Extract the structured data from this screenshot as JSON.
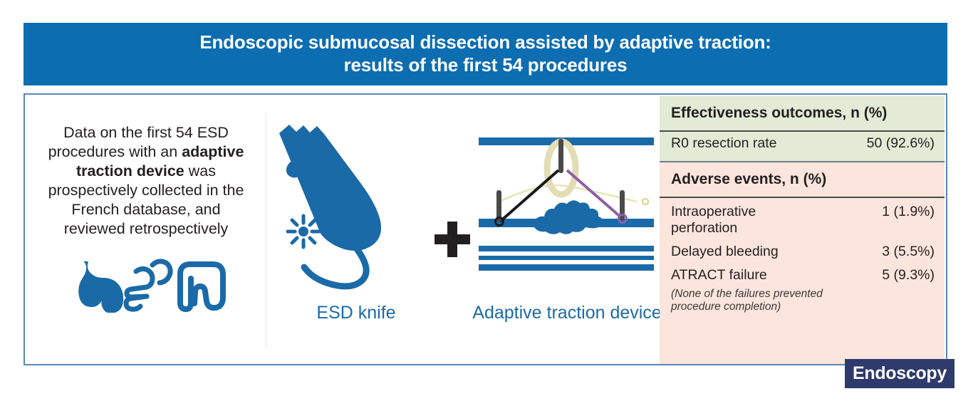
{
  "title": {
    "line1": "Endoscopic submucosal dissection assisted by adaptive traction:",
    "line2": "results of the first 54 procedures"
  },
  "summary": {
    "part1": "Data on the first 54 ESD procedures with an ",
    "highlight": "adaptive traction device",
    "part2": " was prospectively collected in the French database, and reviewed retrospectively"
  },
  "figures": {
    "esd_knife_caption": "ESD knife",
    "traction_caption": "Adaptive traction device",
    "plus_symbol": "+"
  },
  "results": {
    "effectiveness": {
      "heading": "Effectiveness outcomes, n (%)",
      "rows": [
        {
          "label": "R0 resection rate",
          "value": "50 (92.6%)"
        }
      ]
    },
    "adverse": {
      "heading": "Adverse events, n (%)",
      "rows": [
        {
          "label": "Intraoperative perforation",
          "value": "1 (1.9%)"
        },
        {
          "label": "Delayed bleeding",
          "value": "3 (5.5%)"
        },
        {
          "label": "ATRACT failure",
          "value": "5 (9.3%)"
        }
      ],
      "note": "(None of the failures prevented procedure completion)"
    }
  },
  "badge": {
    "label": "Endoscopy"
  },
  "colors": {
    "header_blue": "#0c6db0",
    "border_blue": "#5b86b8",
    "effectiveness_green": "#e3ebd7",
    "adverse_peach": "#fbe5dc",
    "caption_blue": "#1b6aa8",
    "badge_navy": "#2e3a6b",
    "illustration_blue": "#1b6aa8"
  }
}
